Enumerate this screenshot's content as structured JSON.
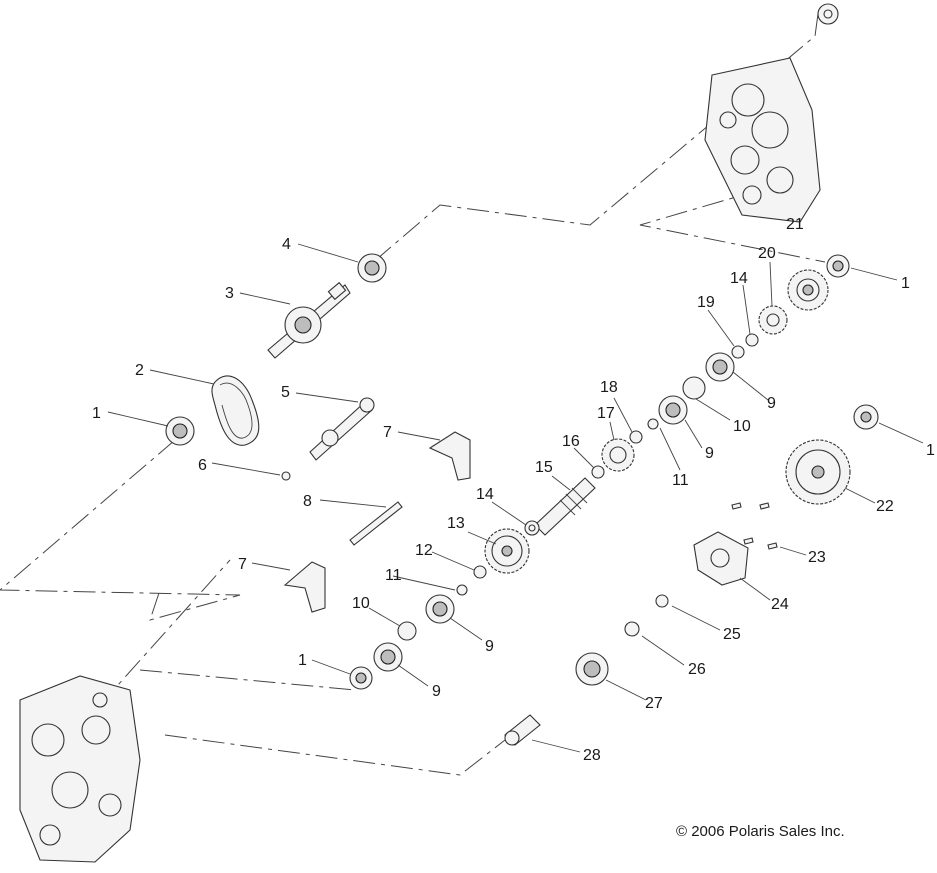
{
  "diagram": {
    "colors": {
      "line": "#333333",
      "fill": "#f4f4f4",
      "shade": "#bdbdbd",
      "background": "#ffffff"
    },
    "callouts": [
      {
        "id": "c-21",
        "text": "21"
      },
      {
        "id": "c-4",
        "text": "4"
      },
      {
        "id": "c-1-top",
        "text": "1"
      },
      {
        "id": "c-20",
        "text": "20"
      },
      {
        "id": "c-14-top",
        "text": "14"
      },
      {
        "id": "c-3",
        "text": "3"
      },
      {
        "id": "c-19",
        "text": "19"
      },
      {
        "id": "c-2",
        "text": "2"
      },
      {
        "id": "c-5",
        "text": "5"
      },
      {
        "id": "c-18",
        "text": "18"
      },
      {
        "id": "c-9-a",
        "text": "9"
      },
      {
        "id": "c-10-a",
        "text": "10"
      },
      {
        "id": "c-1-left",
        "text": "1"
      },
      {
        "id": "c-1-right",
        "text": "1"
      },
      {
        "id": "c-17",
        "text": "17"
      },
      {
        "id": "c-7-a",
        "text": "7"
      },
      {
        "id": "c-16",
        "text": "16"
      },
      {
        "id": "c-9-b",
        "text": "9"
      },
      {
        "id": "c-6",
        "text": "6"
      },
      {
        "id": "c-15",
        "text": "15"
      },
      {
        "id": "c-11-a",
        "text": "11"
      },
      {
        "id": "c-14-mid",
        "text": "14"
      },
      {
        "id": "c-8",
        "text": "8"
      },
      {
        "id": "c-22",
        "text": "22"
      },
      {
        "id": "c-13",
        "text": "13"
      },
      {
        "id": "c-12",
        "text": "12"
      },
      {
        "id": "c-23",
        "text": "23"
      },
      {
        "id": "c-7-b",
        "text": "7"
      },
      {
        "id": "c-11-b",
        "text": "11"
      },
      {
        "id": "c-24",
        "text": "24"
      },
      {
        "id": "c-10-b",
        "text": "10"
      },
      {
        "id": "c-25",
        "text": "25"
      },
      {
        "id": "c-9-c",
        "text": "9"
      },
      {
        "id": "c-26",
        "text": "26"
      },
      {
        "id": "c-1-bottom",
        "text": "1"
      },
      {
        "id": "c-9-d",
        "text": "9"
      },
      {
        "id": "c-27",
        "text": "27"
      },
      {
        "id": "c-28",
        "text": "28"
      }
    ],
    "copyright": "© 2006 Polaris Sales Inc."
  }
}
